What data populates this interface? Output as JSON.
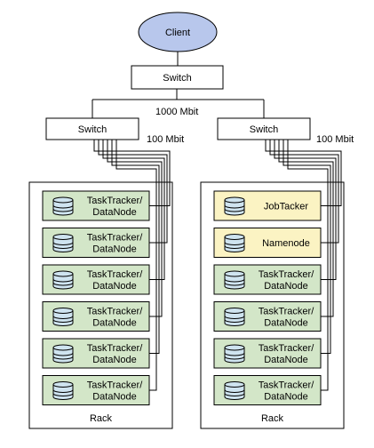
{
  "client": {
    "label": "Client"
  },
  "core_switch": {
    "label": "Switch"
  },
  "uplink_label": "1000 Mbit",
  "racks": [
    {
      "switch_label": "Switch",
      "link_label": "100 Mbit",
      "rack_label": "Rack",
      "nodes": [
        {
          "label": [
            "TaskTracker/",
            "DataNode"
          ],
          "kind": "worker"
        },
        {
          "label": [
            "TaskTracker/",
            "DataNode"
          ],
          "kind": "worker"
        },
        {
          "label": [
            "TaskTracker/",
            "DataNode"
          ],
          "kind": "worker"
        },
        {
          "label": [
            "TaskTracker/",
            "DataNode"
          ],
          "kind": "worker"
        },
        {
          "label": [
            "TaskTracker/",
            "DataNode"
          ],
          "kind": "worker"
        },
        {
          "label": [
            "TaskTracker/",
            "DataNode"
          ],
          "kind": "worker"
        }
      ]
    },
    {
      "switch_label": "Switch",
      "link_label": "100 Mbit",
      "rack_label": "Rack",
      "nodes": [
        {
          "label": [
            "JobTacker"
          ],
          "kind": "master"
        },
        {
          "label": [
            "Namenode"
          ],
          "kind": "master"
        },
        {
          "label": [
            "TaskTracker/",
            "DataNode"
          ],
          "kind": "worker"
        },
        {
          "label": [
            "TaskTracker/",
            "DataNode"
          ],
          "kind": "worker"
        },
        {
          "label": [
            "TaskTracker/",
            "DataNode"
          ],
          "kind": "worker"
        },
        {
          "label": [
            "TaskTracker/",
            "DataNode"
          ],
          "kind": "worker"
        }
      ]
    }
  ],
  "colors": {
    "client_fill": "#b8c7ec",
    "worker_fill": "#d3e6c8",
    "master_fill": "#fbf3c3",
    "disk_fill": "#cfe4f0",
    "stroke": "#000000"
  }
}
